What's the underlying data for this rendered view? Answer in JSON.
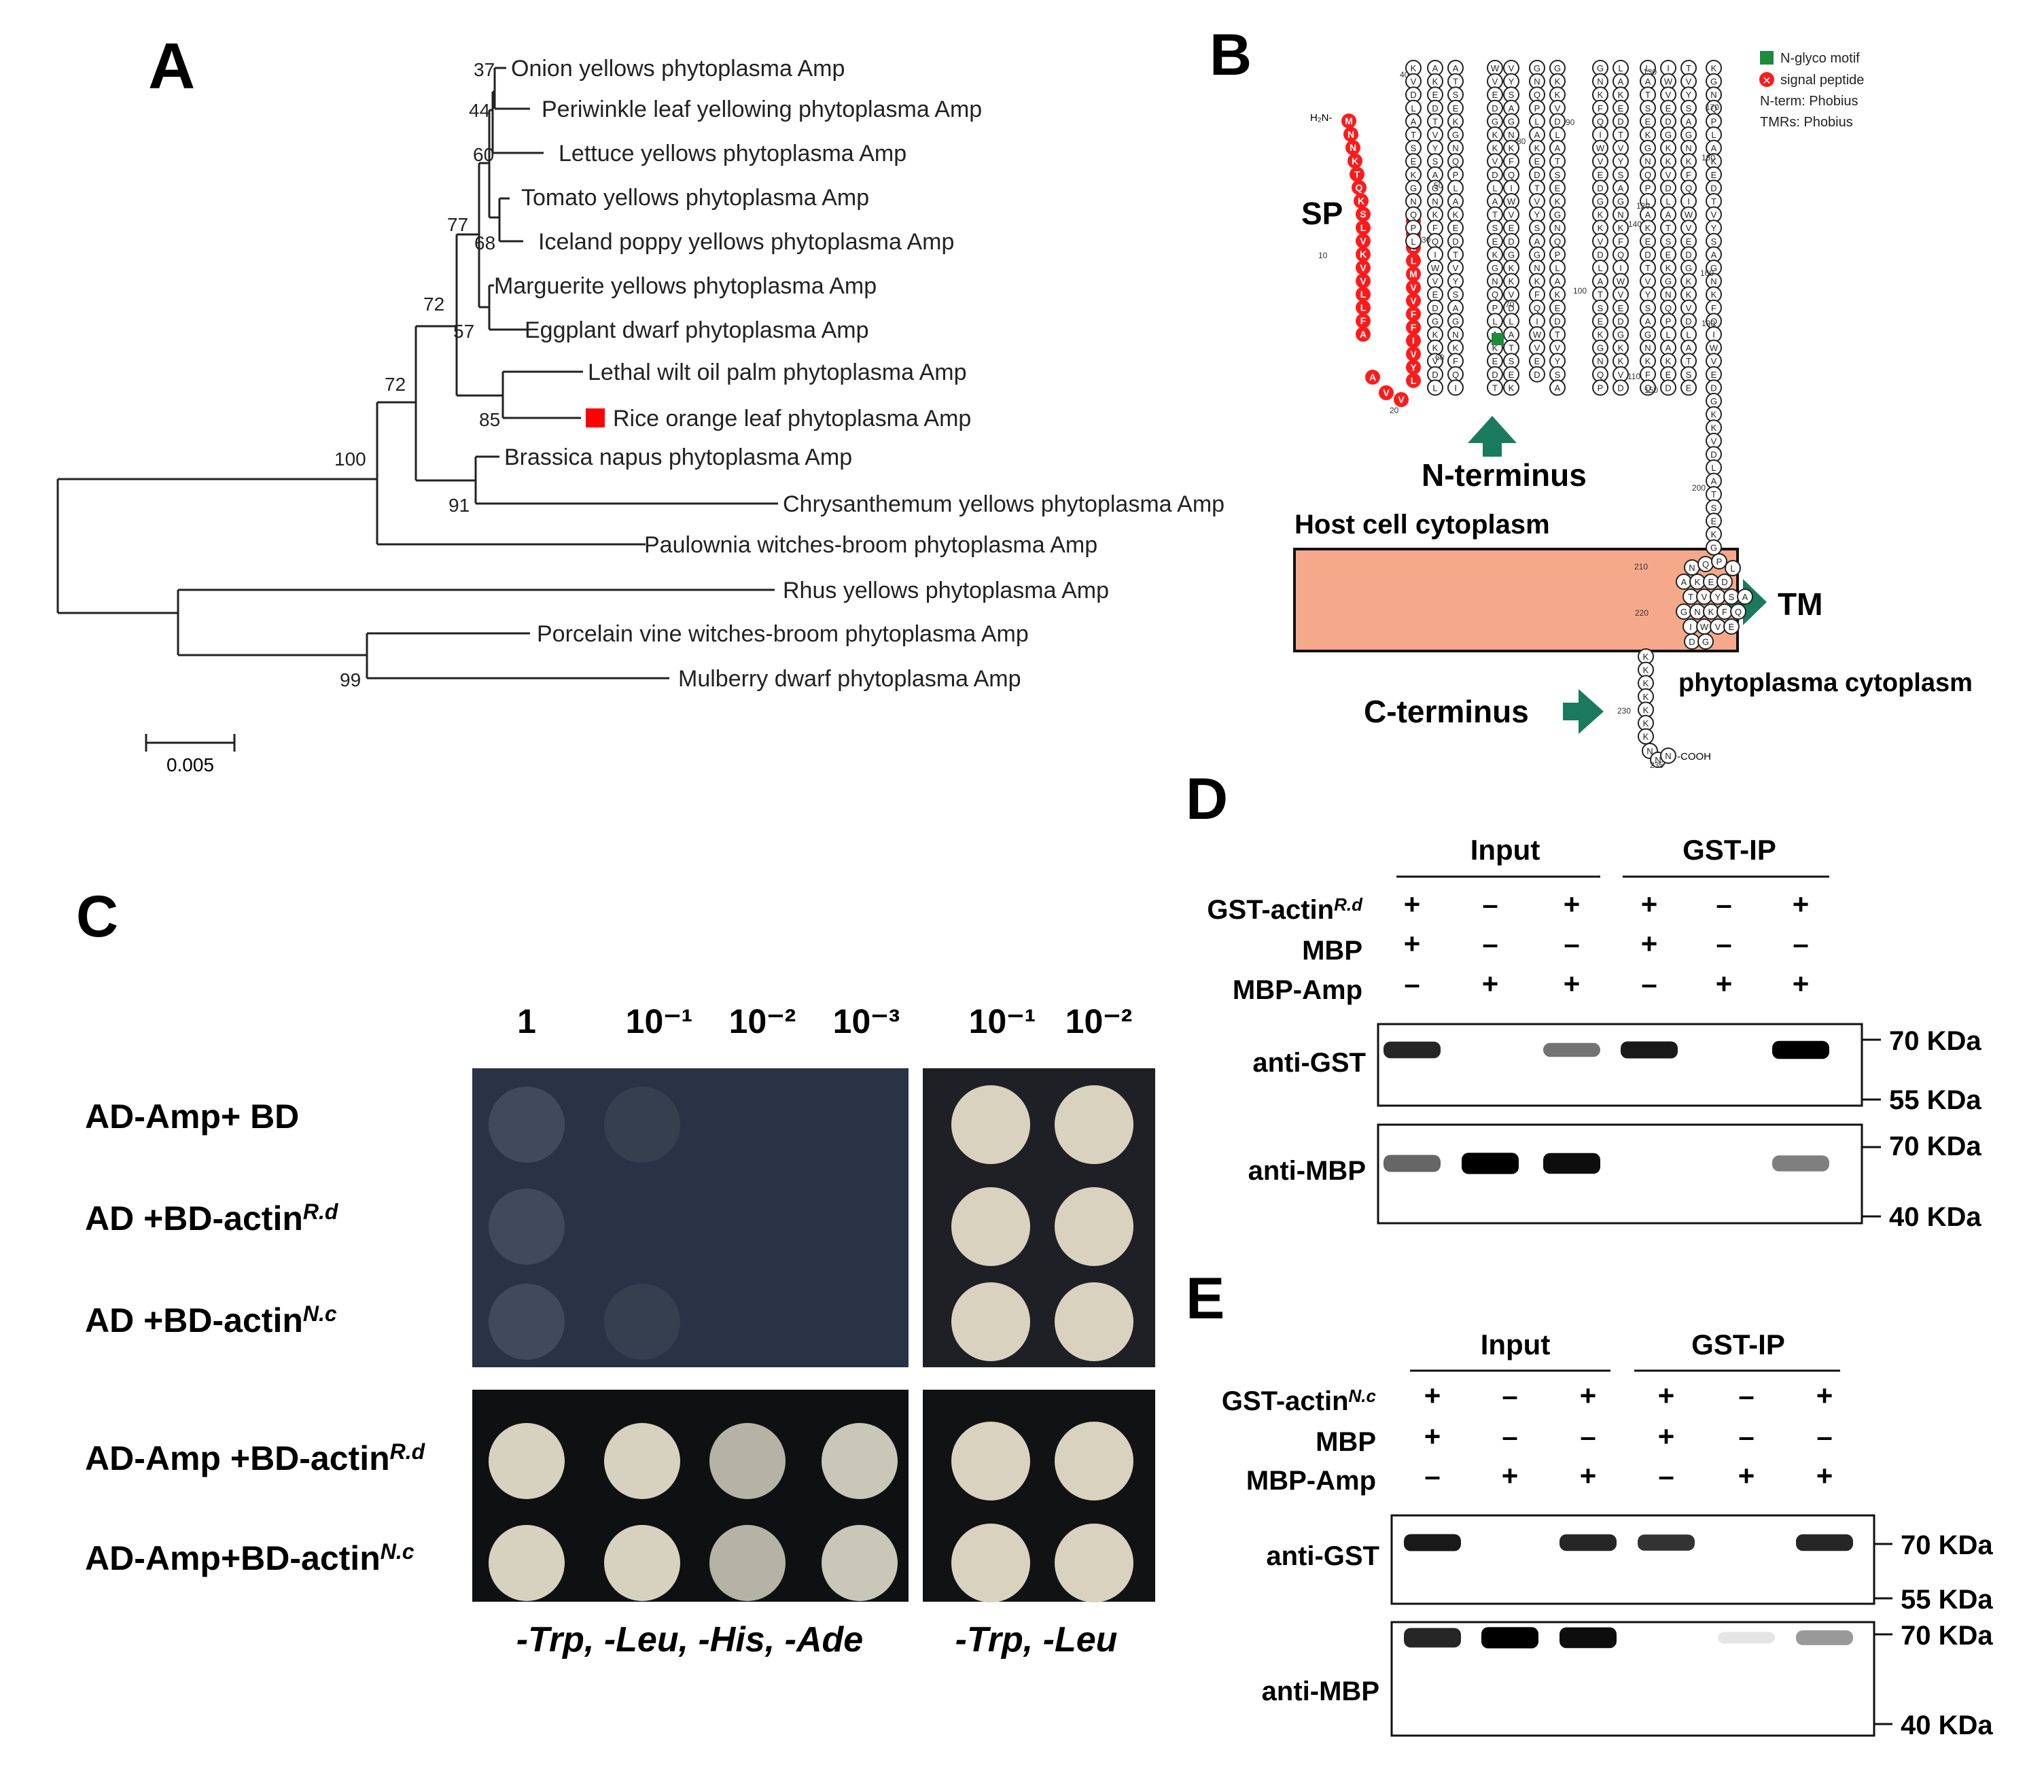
{
  "panels": {
    "A": {
      "label": "A",
      "scale_value": "0.005",
      "taxa": [
        {
          "name": "Onion yellows phytoplasma  Amp",
          "support": "37"
        },
        {
          "name": "Periwinkle leaf yellowing phytoplasma  Amp",
          "support": "44"
        },
        {
          "name": "Lettuce yellows phytoplasma  Amp",
          "support": "60"
        },
        {
          "name": "Tomato yellows phytoplasma  Amp",
          "support": ""
        },
        {
          "name": "Iceland poppy yellows phytoplasma  Amp",
          "support": "68"
        },
        {
          "name": "Marguerite yellows phytoplasma Amp",
          "support": ""
        },
        {
          "name": "Eggplant dwarf phytoplasma  Amp",
          "support": "57"
        },
        {
          "name": "Lethal wilt oil palm phytoplasma Amp",
          "support": ""
        },
        {
          "name": "Rice orange leaf phytoplasma  Amp",
          "support": "85",
          "highlight": true
        },
        {
          "name": "Brassica napus phytoplasma  Amp",
          "support": ""
        },
        {
          "name": "Chrysanthemum yellows phytoplasma  Amp",
          "support": "91"
        },
        {
          "name": "Paulownia witches-broom phytoplasma  Amp",
          "support": ""
        },
        {
          "name": "Rhus yellows phytoplasma  Amp",
          "support": ""
        },
        {
          "name": "Porcelain vine witches-broom phytoplasma  Amp",
          "support": ""
        },
        {
          "name": "Mulberry dwarf phytoplasma  Amp",
          "support": "99"
        }
      ],
      "internal_support": [
        "77",
        "72",
        "72",
        "100"
      ],
      "highlight_color": "#ff0000"
    },
    "B": {
      "label": "B",
      "legend": [
        {
          "text": "N-glyco motif",
          "color": "#1e8a3c"
        },
        {
          "text": "signal peptide",
          "color": "#ff1a1a"
        },
        {
          "text": "N-term: Phobius",
          "color": ""
        },
        {
          "text": "TMRs: Phobius",
          "color": ""
        }
      ],
      "sp_label": "SP",
      "n_terminus": "N-terminus",
      "host_cytoplasm": "Host cell cytoplasm",
      "tm_label": "TM",
      "phyto_cytoplasm": "phytoplasma cytoplasm",
      "c_terminus": "C-terminus",
      "h2n": "H₂N-",
      "cooh": "-COOH",
      "membrane_color": "#f6a98a",
      "arrow_color": "#1a7a5e",
      "signal_peptide": [
        "M",
        "N",
        "N",
        "K",
        "T",
        "Q",
        "K",
        "S",
        "L",
        "V",
        "K",
        "V",
        "V",
        "L",
        "L",
        "F",
        "A",
        "A",
        "V",
        "V",
        "L",
        "Y",
        "V",
        "I",
        "F",
        "F",
        "V",
        "V",
        "M",
        "L",
        "L",
        "A",
        "V"
      ],
      "residue_numbers": [
        "10",
        "20",
        "30",
        "40",
        "50",
        "60",
        "70",
        "80",
        "90",
        "100",
        "110",
        "120",
        "130",
        "140",
        "150",
        "160",
        "170",
        "180",
        "190",
        "200",
        "210",
        "220",
        "230",
        "235"
      ]
    },
    "C": {
      "label": "C",
      "dilution_headers_left": [
        "1",
        "10⁻¹",
        "10⁻²",
        "10⁻³"
      ],
      "dilution_headers_right": [
        "10⁻¹",
        "10⁻²"
      ],
      "rows": [
        {
          "main": "AD-Amp+ BD",
          "sup": ""
        },
        {
          "main": "AD +BD-actin",
          "sup": "R.d"
        },
        {
          "main": "AD +BD-actin",
          "sup": "N.c"
        },
        {
          "main": "AD-Amp +BD-actin",
          "sup": "R.d"
        },
        {
          "main": "AD-Amp+BD-actin",
          "sup": "N.c"
        }
      ],
      "growth_left": [
        [
          0.06,
          0.03,
          0,
          0
        ],
        [
          0.06,
          0,
          0,
          0
        ],
        [
          0.06,
          0.03,
          0,
          0
        ],
        [
          1,
          1,
          1,
          1
        ],
        [
          1,
          1,
          1,
          1
        ]
      ],
      "growth_right": [
        [
          1,
          1
        ],
        [
          1,
          1
        ],
        [
          1,
          1
        ],
        [
          1,
          1
        ],
        [
          1,
          1
        ]
      ],
      "media_left": "-Trp, -Leu, -His, -Ade",
      "media_right": "-Trp, -Leu"
    },
    "D": {
      "label": "D",
      "group_labels": [
        "Input",
        "GST-IP"
      ],
      "conditions": [
        {
          "main": "GST-actin",
          "sup": "R.d",
          "marks": [
            "+",
            "–",
            "+",
            "+",
            "–",
            "+"
          ]
        },
        {
          "main": "MBP",
          "sup": "",
          "marks": [
            "+",
            "–",
            "–",
            "+",
            "–",
            "–"
          ]
        },
        {
          "main": "MBP-Amp",
          "sup": "",
          "marks": [
            "–",
            "+",
            "+",
            "–",
            "+",
            "+"
          ]
        }
      ],
      "blots": [
        {
          "antibody": "anti-GST",
          "markers": [
            "70 KDa",
            "55 KDa"
          ],
          "intensity": [
            0.85,
            0,
            0.55,
            0.9,
            0,
            1
          ]
        },
        {
          "antibody": "anti-MBP",
          "markers": [
            "70 KDa",
            "40 KDa"
          ],
          "intensity": [
            0.6,
            1,
            0.95,
            0,
            0,
            0.5
          ]
        }
      ]
    },
    "E": {
      "label": "E",
      "group_labels": [
        "Input",
        "GST-IP"
      ],
      "conditions": [
        {
          "main": "GST-actin",
          "sup": "N.c",
          "marks": [
            "+",
            "–",
            "+",
            "+",
            "–",
            "+"
          ]
        },
        {
          "main": "MBP",
          "sup": "",
          "marks": [
            "+",
            "–",
            "–",
            "+",
            "–",
            "–"
          ]
        },
        {
          "main": "MBP-Amp",
          "sup": "",
          "marks": [
            "–",
            "+",
            "+",
            "–",
            "+",
            "+"
          ]
        }
      ],
      "blots": [
        {
          "antibody": "anti-GST",
          "markers": [
            "70 KDa",
            "55 KDa"
          ],
          "intensity": [
            0.9,
            0,
            0.85,
            0.8,
            0,
            0.85
          ]
        },
        {
          "antibody": "anti-MBP",
          "markers": [
            "70 KDa",
            "40 KDa"
          ],
          "intensity": [
            0.85,
            1,
            0.95,
            0,
            0.1,
            0.4
          ]
        }
      ]
    }
  }
}
